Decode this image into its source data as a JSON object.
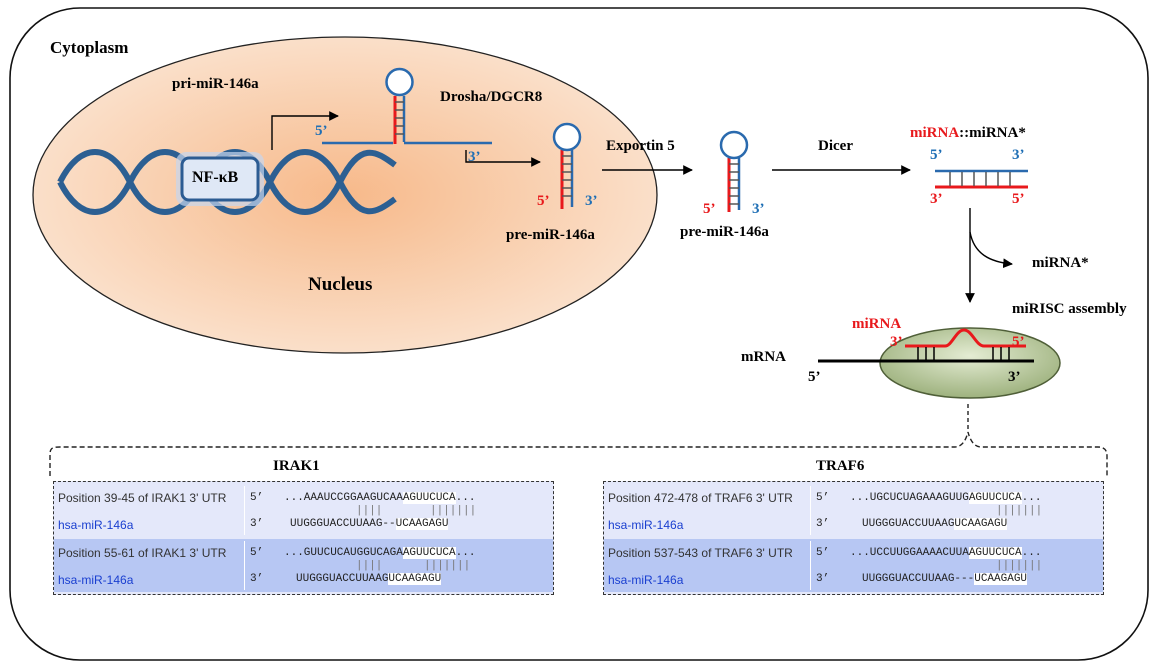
{
  "labels": {
    "cytoplasm": "Cytoplasm",
    "nucleus": "Nucleus",
    "pri_mirna": "pri-miR-146a",
    "nfkb": "NF-κB",
    "drosha": "Drosha/DGCR8",
    "pre_mirna_nucleus": "pre-miR-146a",
    "exportin": "Exportin  5",
    "pre_mirna_cytoplasm": "pre-miR-146a",
    "dicer": "Dicer",
    "duplex_mirna": "miRNA",
    "duplex_sep": "::",
    "duplex_star": "miRNA*",
    "mirna_star_released": "miRNA*",
    "mirisc": "miRISC  assembly",
    "mirna_bound": "miRNA",
    "mrna": "mRNA",
    "five_prime": "5’",
    "three_prime": "3’"
  },
  "targets": [
    {
      "gene": "IRAK1",
      "rows": [
        {
          "position": "Position 39-45 of IRAK1 3' UTR",
          "mirna": "hsa-miR-146a",
          "utr_prefix": "...AAAUCCGGAAGUCAA",
          "utr_site": "AGUUCUCA",
          "utr_suffix": "...",
          "bars_a": "||||",
          "bars_b": "|||||||",
          "mir_prefix": "UUGGGUACCUUAAG--",
          "mir_site": "UCAAGAGU"
        },
        {
          "position": "Position 55-61 of IRAK1 3' UTR",
          "mirna": "hsa-miR-146a",
          "utr_prefix": "...GUUCUCAUGGUCAGA",
          "utr_site": "AGUUCUCA",
          "utr_suffix": "...",
          "bars_a": "||||",
          "bars_b": "|||||||",
          "mir_prefix": "UUGGGUACCUUAAG",
          "mir_site": "UCAAGAGU"
        }
      ]
    },
    {
      "gene": "TRAF6",
      "rows": [
        {
          "position": "Position 472-478 of TRAF6 3' UTR",
          "mirna": "hsa-miR-146a",
          "utr_prefix": "...UGCUCUAGAAAGUUG",
          "utr_site": "AGUUCUCA",
          "utr_suffix": "...",
          "bars_a": "",
          "bars_b": "|||||||",
          "mir_prefix": "UUGGGUACCUUAAG",
          "mir_site": "UCAAGAGU"
        },
        {
          "position": "Position 537-543 of TRAF6 3' UTR",
          "mirna": "hsa-miR-146a",
          "utr_prefix": "...UCCUUGGAAAACUUA",
          "utr_site": "AGUUCUCA",
          "utr_suffix": "...",
          "bars_a": "",
          "bars_b": "|||||||",
          "mir_prefix": "UUGGGUACCUUAAG---",
          "mir_site": "UCAAGAGU"
        }
      ]
    }
  ],
  "colors": {
    "mirna_strand": "#e8191c",
    "star_strand": "#1f6fb5",
    "nucleus_fill": "#f5c9a3",
    "risc_fill": "#a9bd8a"
  }
}
